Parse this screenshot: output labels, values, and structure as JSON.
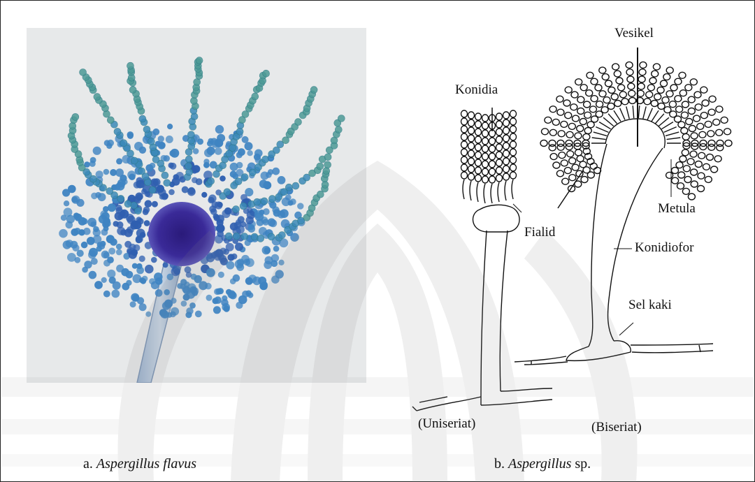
{
  "panel_a": {
    "caption_prefix": "a. ",
    "caption_species": "Aspergillus flavus"
  },
  "panel_b": {
    "caption_prefix": "b. ",
    "caption_genus": "Aspergillus",
    "caption_suffix": " sp.",
    "labels": {
      "vesikel": "Vesikel",
      "konidia": "Konidia",
      "metula": "Metula",
      "fialid": "Fialid",
      "konidiofor": "Konidiofor",
      "sel_kaki": "Sel kaki",
      "uniseriat": "(Uniseriat)",
      "biseriat": "(Biseriat)"
    }
  },
  "colors": {
    "stain_dark": "#2a1a7a",
    "stain_blue": "#2f6fb8",
    "stain_teal": "#3a8f8a",
    "background": "#e7e9ea",
    "line": "#111111"
  }
}
